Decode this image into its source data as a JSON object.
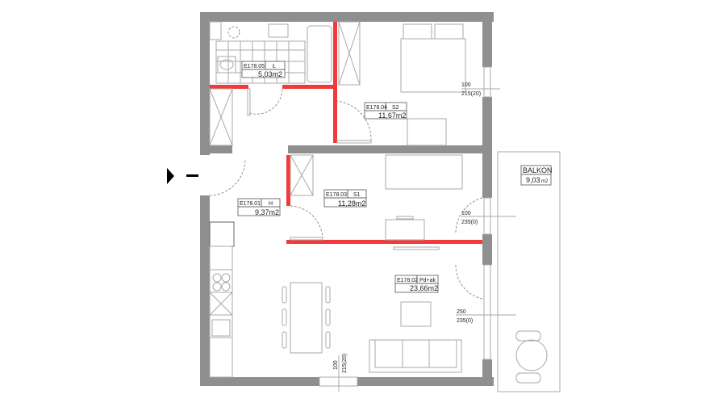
{
  "rooms": [
    {
      "code": "E178.05",
      "type": "Ł",
      "area": "5,03m2"
    },
    {
      "code": "E178.04",
      "type": "S2",
      "area": "11,67m2"
    },
    {
      "code": "E178.01",
      "type": "H",
      "area": "9,37m2"
    },
    {
      "code": "E178.03",
      "type": "S1",
      "area": "11,28m2"
    },
    {
      "code": "E178.02",
      "type": "Pd+ak",
      "area": "23,66m2"
    }
  ],
  "balcony": {
    "name": "BALKON",
    "area": "9,03",
    "unit": "m2"
  },
  "windows": [
    {
      "width": "100",
      "height": "215(20)"
    },
    {
      "width": "100",
      "height": "235(0)"
    },
    {
      "width": "250",
      "height": "235(0)"
    },
    {
      "width": "100",
      "height": "215(20)"
    }
  ],
  "colors": {
    "wall": "#8f8f8f",
    "new_wall": "#f23a3a"
  }
}
